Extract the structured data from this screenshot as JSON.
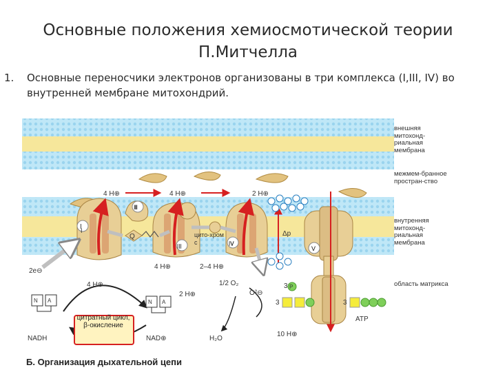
{
  "slide": {
    "title_line1": "Основные положения хемиосмотической теории",
    "title_line2": "П.Митчелла",
    "point_number": "1.",
    "point_text": "Основные переносчики электронов организованы в три комплекса (I,III, IV) во внутренней мембране митохондрий."
  },
  "figure": {
    "caption": "Б. Организация дыхательной цепи",
    "regions": {
      "outer_membrane": "внешняя митохонд-риальная мембрана",
      "intermembrane_space": "межмем-бранное простран-ство",
      "inner_membrane": "внутренняя митохонд-риальная мембрана",
      "matrix": "область матрикса"
    },
    "complexes": [
      "I",
      "II",
      "III",
      "IV",
      "V"
    ],
    "carriers": {
      "q": "Q",
      "cytochrome_c": "цито-хром c"
    },
    "labels": {
      "h_4a": "4 H⊕",
      "h_4b": "4 H⊕",
      "h_2": "2 H⊕",
      "h_4c": "4 H⊕",
      "h_4d": "4 H⊕",
      "h_2_4": "2–4 H⊕",
      "h_2b": "2 H⊕",
      "h_10": "10 H⊕",
      "electrons": "2e⊖",
      "half_o2": "1/2 O₂",
      "o2_minus": "O²⊖",
      "h2o": "H₂O",
      "delta_p": "Δp",
      "nadh": "NADH",
      "nad": "NAD⊕",
      "citrate_cycle": "цитратный цикл, β-окисление",
      "adp_num": "3",
      "atp_num": "3",
      "pi_num": "3",
      "atp": "ATP",
      "pi_letter": "P",
      "nucleotide_n": "N",
      "nucleotide_a": "A"
    }
  },
  "colors": {
    "membrane_blue": "#aee0f5",
    "lipid_yellow": "#f2e08a",
    "protein_tan": "#e8cf96",
    "arrow_red": "#d62020",
    "proton_blue": "#2a7fc0",
    "atp_yellow": "#f5ec3a",
    "phosphate_green": "#7fcf5a"
  }
}
